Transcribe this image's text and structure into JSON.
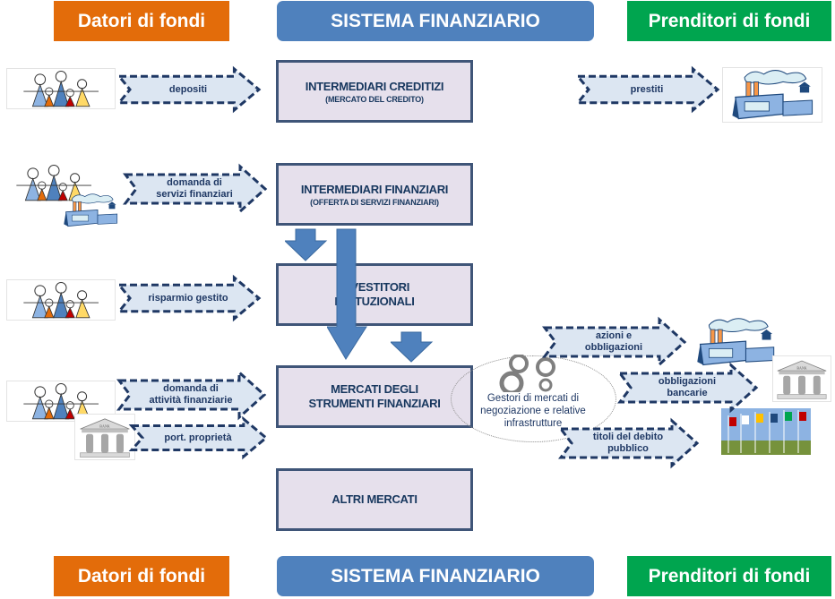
{
  "headers": {
    "lenders": "Datori di fondi",
    "system": "SISTEMA FINANZIARIO",
    "borrowers": "Prenditori di fondi"
  },
  "colors": {
    "lenders": "#e36c0a",
    "system": "#4f81bd",
    "borrowers": "#00a54f",
    "box_fill": "#e6e0ec",
    "box_border": "#3f5578",
    "text_dark": "#1f3864"
  },
  "boxes": [
    {
      "title": "INTERMEDIARI CREDITIZI",
      "subtitle": "(MERCATO DEL CREDITO)"
    },
    {
      "title": "INTERMEDIARI FINANZIARI",
      "subtitle": "(OFFERTA DI SERVIZI FINANZIARI)"
    },
    {
      "title": "INVESTITORI",
      "title2": "ISTITUZIONALI"
    },
    {
      "title": "MERCATI DEGLI",
      "title2": "STRUMENTI FINANZIARI"
    },
    {
      "title": "ALTRI MERCATI"
    }
  ],
  "left_arrows": [
    {
      "line1": "depositi"
    },
    {
      "line1": "domanda di",
      "line2": "servizi finanziari"
    },
    {
      "line1": "risparmio gestito"
    },
    {
      "line1": "domanda di",
      "line2": "attività finanziarie"
    },
    {
      "line1": "port. proprietà"
    }
  ],
  "right_arrows": [
    {
      "line1": "prestiti"
    },
    {
      "line1": "azioni e",
      "line2": "obbligazioni"
    },
    {
      "line1": "obbligazioni",
      "line2": "bancarie"
    },
    {
      "line1": "titoli del debito",
      "line2": "pubblico"
    }
  ],
  "market_operators": {
    "line1": "Gestori di mercati di",
    "line2": "negoziazione e relative",
    "line3": "infrastrutture"
  },
  "images": {
    "family": "family-icon",
    "factory": "factory-icon",
    "bank": "bank-icon",
    "flags": "flags-icon",
    "gears": "gears-icon",
    "bank_label": "BANK"
  }
}
